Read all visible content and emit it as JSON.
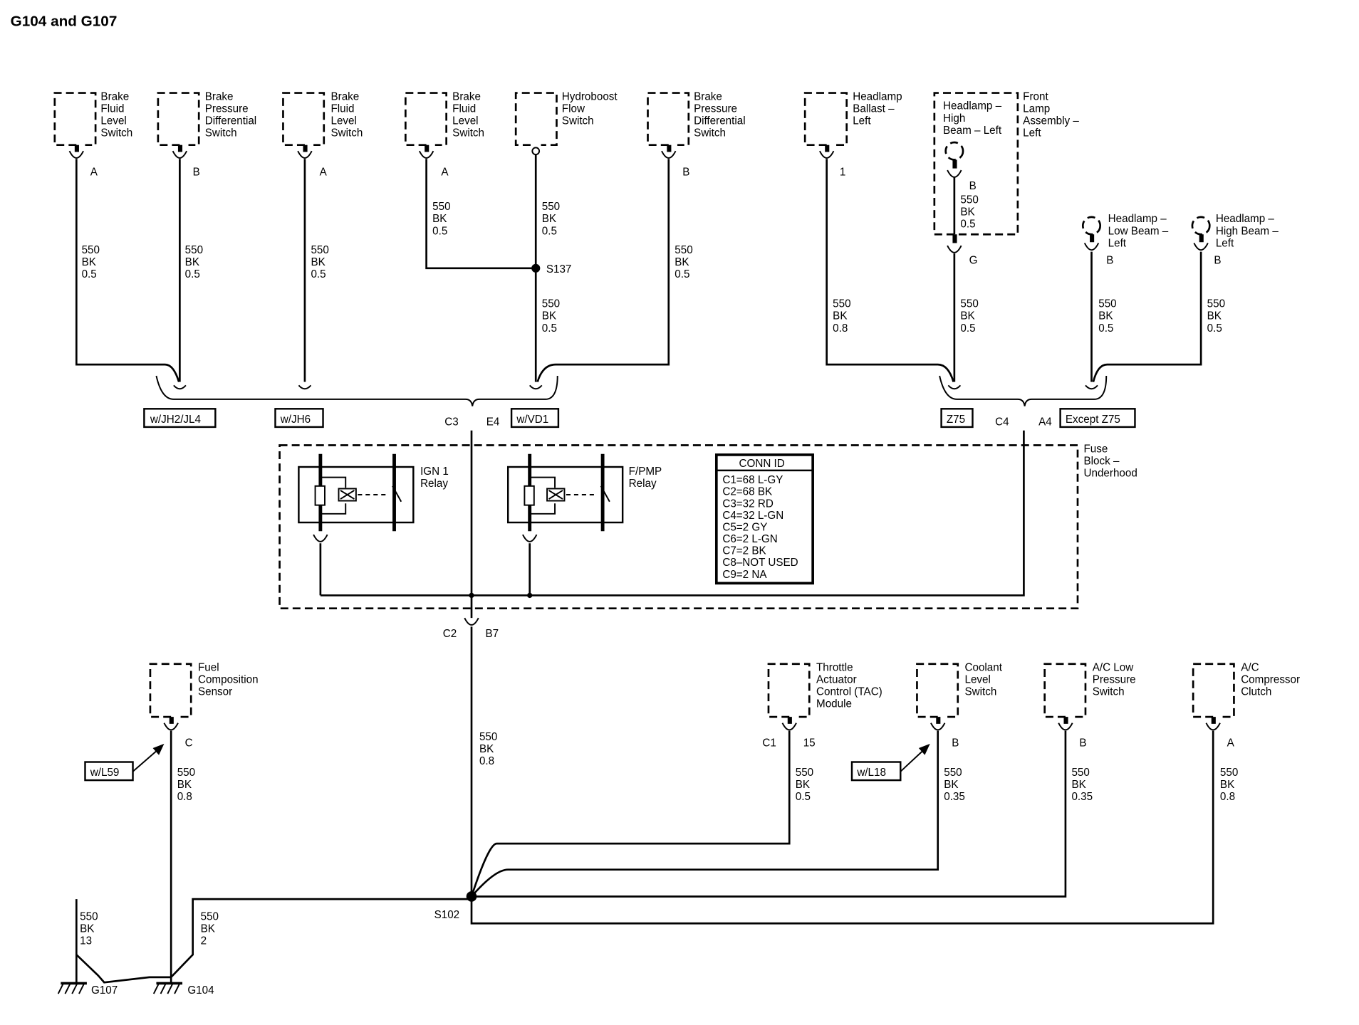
{
  "title": "G104 and G107",
  "top_components": [
    {
      "name": [
        "Brake",
        "Fluid",
        "Level",
        "Switch"
      ],
      "pin": "A",
      "wire": [
        "550",
        "BK",
        "0.5"
      ]
    },
    {
      "name": [
        "Brake",
        "Pressure",
        "Differential",
        "Switch"
      ],
      "pin": "B",
      "wire": [
        "550",
        "BK",
        "0.5"
      ]
    },
    {
      "name": [
        "Brake",
        "Fluid",
        "Level",
        "Switch"
      ],
      "pin": "A",
      "wire": [
        "550",
        "BK",
        "0.5"
      ]
    },
    {
      "name": [
        "Brake",
        "Fluid",
        "Level",
        "Switch"
      ],
      "pin": "A",
      "wire": [
        "550",
        "BK",
        "0.5"
      ]
    },
    {
      "name": [
        "Hydroboost",
        "Flow",
        "Switch"
      ],
      "pin": "",
      "wire": [
        "550",
        "BK",
        "0.5"
      ]
    },
    {
      "name": [
        "Brake",
        "Pressure",
        "Differential",
        "Switch"
      ],
      "pin": "B",
      "wire": [
        "550",
        "BK",
        "0.5"
      ]
    },
    {
      "name": [
        "Headlamp",
        "Ballast –",
        "Left"
      ],
      "pin": "1",
      "wire": [
        "550",
        "BK",
        "0.8"
      ]
    },
    {
      "name": [
        "Headlamp –",
        "High",
        "Beam – Left"
      ],
      "pin": "B",
      "wire": [
        "550",
        "BK",
        "0.5"
      ]
    },
    {
      "name": [
        "Headlamp –",
        "Low Beam –",
        "Left"
      ],
      "pin": "B",
      "wire": [
        "550",
        "BK",
        "0.5"
      ]
    },
    {
      "name": [
        "Headlamp –",
        "High Beam –",
        "Left"
      ],
      "pin": "B",
      "wire": [
        "550",
        "BK",
        "0.5"
      ]
    }
  ],
  "front_lamp_assembly": [
    "Front",
    "Lamp",
    "Assembly –",
    "Left"
  ],
  "front_lamp_pin": "G",
  "hydro_lower_wire": [
    "550",
    "BK",
    "0.5"
  ],
  "splice_s137": "S137",
  "options": {
    "jh2": "w/JH2/JL4",
    "jh6": "w/JH6",
    "vd1": "w/VD1",
    "z75": "Z75",
    "except_z75": "Except Z75",
    "l59": "w/L59",
    "l18": "w/L18"
  },
  "connectors": {
    "c3": "C3",
    "e4": "E4",
    "c4": "C4",
    "a4": "A4",
    "c2": "C2",
    "b7": "B7"
  },
  "fuse_block": [
    "Fuse",
    "Block –",
    "Underhood"
  ],
  "ign1_relay": [
    "IGN 1",
    "Relay"
  ],
  "fpmp_relay": [
    "F/PMP",
    "Relay"
  ],
  "conn_id": {
    "title": "CONN ID",
    "lines": [
      "C1=68 L-GY",
      "C2=68 BK",
      "C3=32 RD",
      "C4=32 L-GN",
      "C5=2 GY",
      "C6=2 L-GN",
      "C7=2 BK",
      "C8–NOT USED",
      "C9=2 NA"
    ]
  },
  "main_wire": [
    "550",
    "BK",
    "0.8"
  ],
  "bottom_components": [
    {
      "name": [
        "Fuel",
        "Composition",
        "Sensor"
      ],
      "pin": "C",
      "wire": [
        "550",
        "BK",
        "0.8"
      ]
    },
    {
      "name": [
        "Throttle",
        "Actuator",
        "Control (TAC)",
        "Module"
      ],
      "conn": "C1",
      "pin": "15",
      "wire": [
        "550",
        "BK",
        "0.5"
      ]
    },
    {
      "name": [
        "Coolant",
        "Level",
        "Switch"
      ],
      "pin": "B",
      "wire": [
        "550",
        "BK",
        "0.35"
      ]
    },
    {
      "name": [
        "A/C Low",
        "Pressure",
        "Switch"
      ],
      "pin": "B",
      "wire": [
        "550",
        "BK",
        "0.35"
      ]
    },
    {
      "name": [
        "A/C",
        "Compressor",
        "Clutch"
      ],
      "pin": "A",
      "wire": [
        "550",
        "BK",
        "0.8"
      ]
    }
  ],
  "splice_s102": "S102",
  "g107_wire": [
    "550",
    "BK",
    "13"
  ],
  "g104_wire": [
    "550",
    "BK",
    "2"
  ],
  "grounds": {
    "g107": "G107",
    "g104": "G104"
  }
}
